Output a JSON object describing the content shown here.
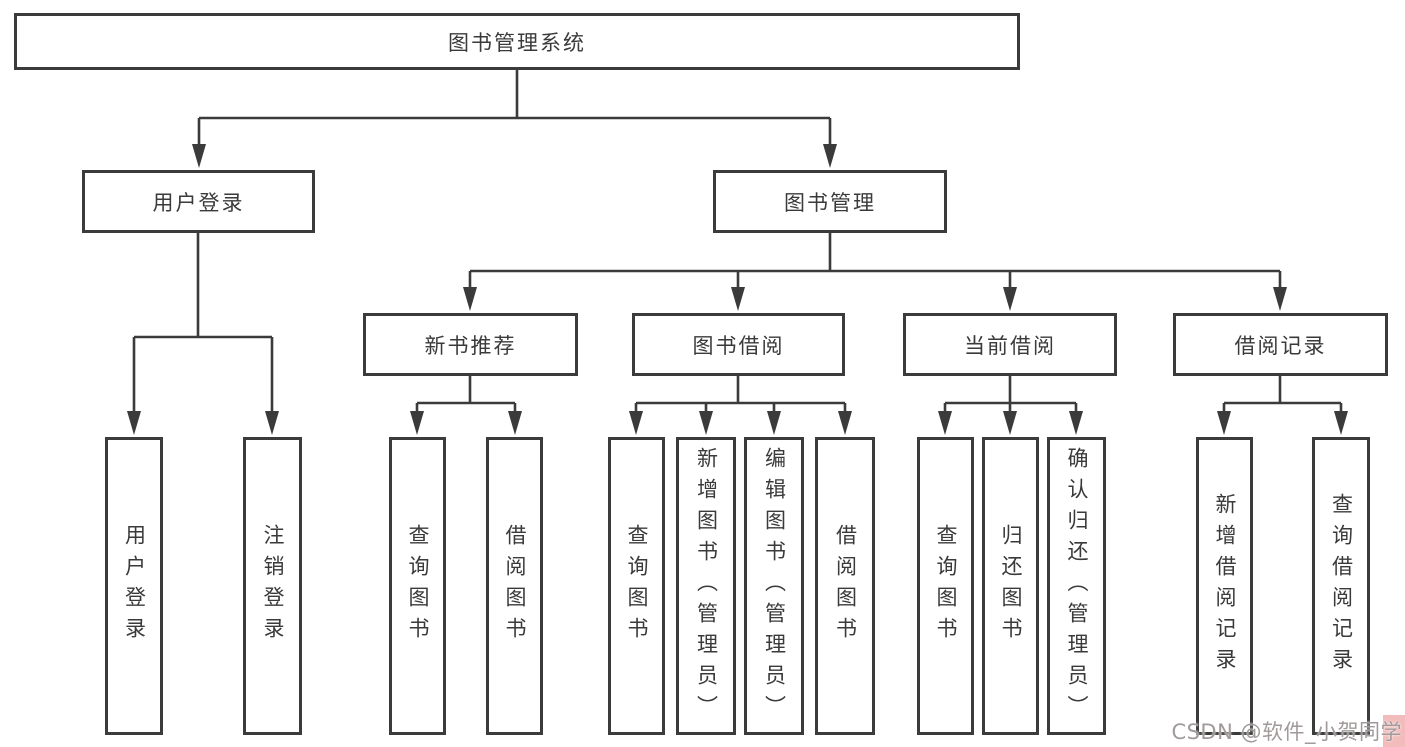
{
  "diagram": {
    "root": {
      "label": "图书管理系统"
    },
    "level2": [
      {
        "label": "用户登录",
        "leaves": [
          {
            "label": "用户登录"
          },
          {
            "label": "注销登录"
          }
        ]
      },
      {
        "label": "图书管理",
        "groups": [
          {
            "label": "新书推荐",
            "leaves": [
              {
                "label": "查询图书"
              },
              {
                "label": "借阅图书"
              }
            ]
          },
          {
            "label": "图书借阅",
            "leaves": [
              {
                "label": "查询图书"
              },
              {
                "label": "新增图书（管理员）"
              },
              {
                "label": "编辑图书（管理员）"
              },
              {
                "label": "借阅图书"
              }
            ]
          },
          {
            "label": "当前借阅",
            "leaves": [
              {
                "label": "查询图书"
              },
              {
                "label": "归还图书"
              },
              {
                "label": "确认归还（管理员）"
              }
            ]
          },
          {
            "label": "借阅记录",
            "leaves": [
              {
                "label": "新增借阅记录"
              },
              {
                "label": "查询借阅记录"
              }
            ]
          }
        ]
      }
    ]
  },
  "watermark": {
    "text": "CSDN @软件_小贺同学"
  },
  "colors": {
    "line": "#3b3b3b",
    "box_border": "#3b3b3b",
    "text": "#3a3a3a",
    "background": "#ffffff",
    "watermark_text": "#a19a9a",
    "watermark_badge": "#f3bcbc"
  }
}
